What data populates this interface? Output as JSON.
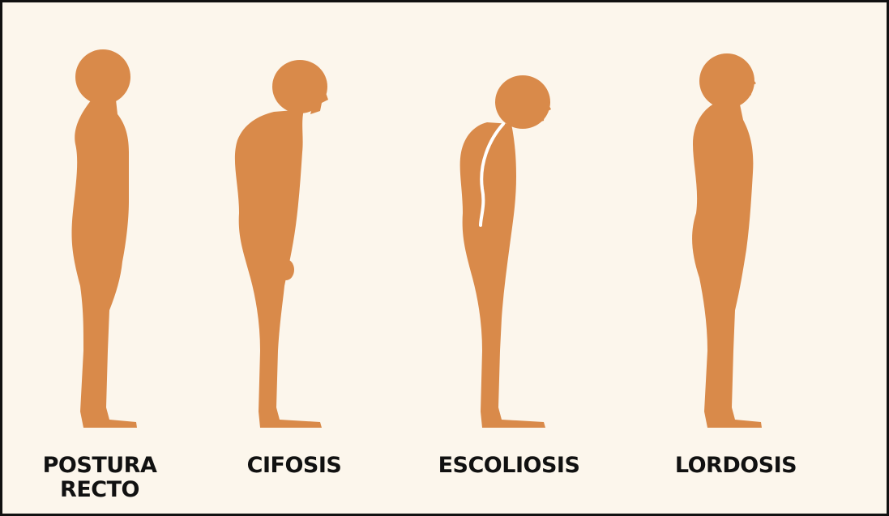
{
  "background_color": "#fcf6ec",
  "figure_color": "#d98a4a",
  "spine_color": "#ffffff",
  "figures": [
    {
      "id": "postura-recto",
      "label_lines": [
        "POSTURA",
        "RECTO"
      ]
    },
    {
      "id": "cifosis",
      "label_lines": [
        "CIFOSIS"
      ]
    },
    {
      "id": "escoliosis",
      "label_lines": [
        "ESCOLIOSIS"
      ]
    },
    {
      "id": "lordosis",
      "label_lines": [
        "LORDOSIS"
      ]
    }
  ]
}
